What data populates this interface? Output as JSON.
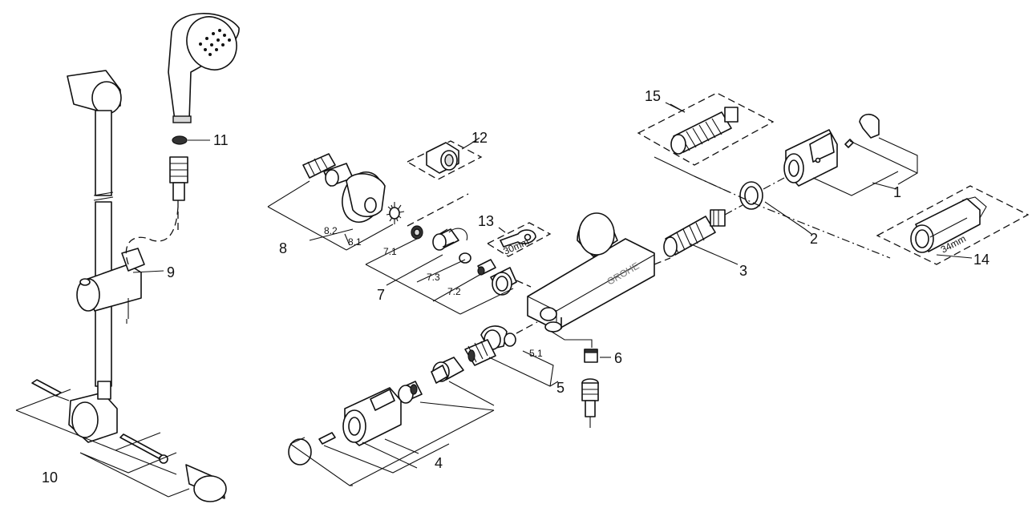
{
  "labels": {
    "p1": "1",
    "p2": "2",
    "p3": "3",
    "p4": "4",
    "p5": "5",
    "p5_1": "5.1",
    "p6": "6",
    "p7": "7",
    "p7_1": "7.1",
    "p7_2": "7.2",
    "p7_3": "7.3",
    "p8": "8",
    "p8_1": "8.1",
    "p8_2": "8.2",
    "p9": "9",
    "p10": "10",
    "p11": "11",
    "p12": "12",
    "p13": "13",
    "p14": "14",
    "p15": "15"
  },
  "annotations": {
    "wrench_size": "30mm",
    "tool_size": "34mm"
  }
}
